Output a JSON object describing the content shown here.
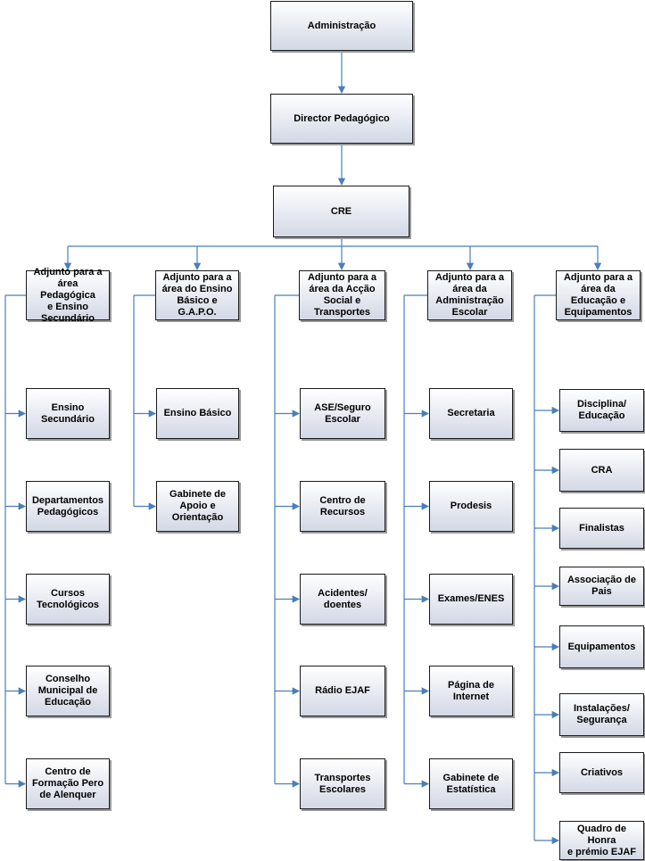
{
  "top": {
    "administracao": "Administração",
    "director": "Director Pedagógico",
    "cre": "CRE"
  },
  "adjuntos": [
    {
      "label": "Adjunto para a\nárea Pedagógica\ne Ensino\nSecundário",
      "children": [
        "Ensino\nSecundário",
        "Departamentos\nPedagógicos",
        "Cursos\nTecnológicos",
        "Conselho\nMunicipal de\nEducação",
        "Centro de\nFormação Pero\nde Alenquer"
      ]
    },
    {
      "label": "Adjunto para a\nárea do Ensino\nBásico e\nG.A.P.O.",
      "children": [
        "Ensino Básico",
        "Gabinete de\nApoio e\nOrientação"
      ]
    },
    {
      "label": "Adjunto para a\nárea da Acção\nSocial e\nTransportes",
      "children": [
        "ASE/Seguro\nEscolar",
        "Centro de\nRecursos",
        "Acidentes/\ndoentes",
        "Rádio EJAF",
        "Transportes\nEscolares"
      ]
    },
    {
      "label": "Adjunto para a\nárea da\nAdministração\nEscolar",
      "children": [
        "Secretaria",
        "Prodesis",
        "Exames/ENES",
        "Página de\nInternet",
        "Gabinete de\nEstatística"
      ]
    },
    {
      "label": "Adjunto para a\nárea da\nEducação e\nEquipamentos",
      "children": [
        "Disciplina/\nEducação",
        "CRA",
        "Finalistas",
        "Associação de\nPais",
        "Equipamentos",
        "Instalações/\nSegurança",
        "Criativos",
        "Quadro de Honra\ne prémio EJAF"
      ]
    }
  ],
  "colors": {
    "line": "#4a7ebb",
    "border": "#1a1a1a"
  }
}
